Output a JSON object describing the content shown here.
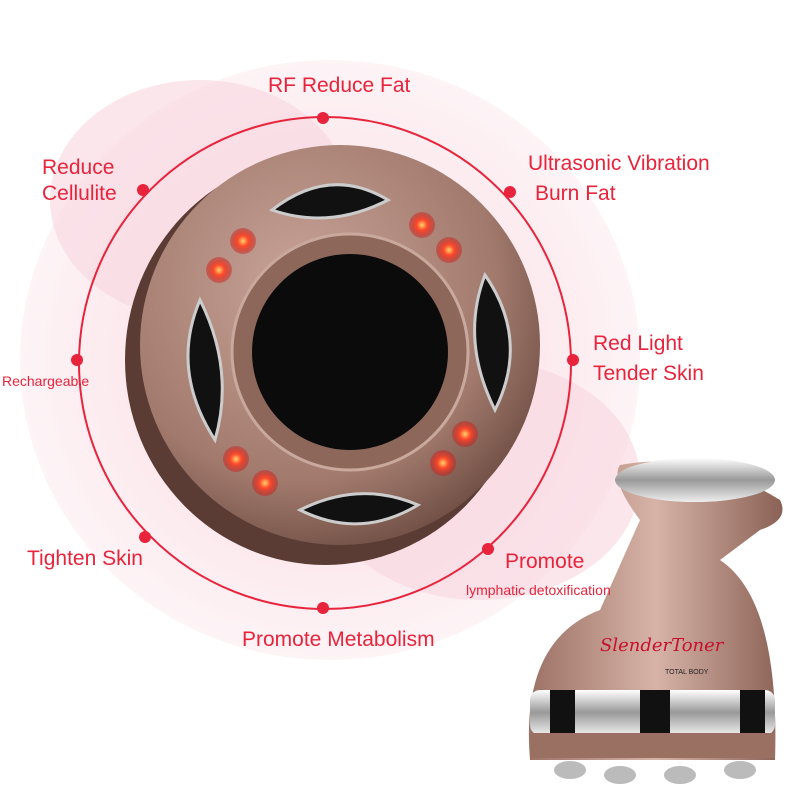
{
  "features": {
    "top": "RF Reduce Fat",
    "cellulite_1": "Reduce",
    "cellulite_2": "Cellulite",
    "ultrasonic_1": "Ultrasonic Vibration",
    "ultrasonic_2": "Burn Fat",
    "rechargeable": "Rechargeable",
    "redlight_1": "Red Light",
    "redlight_2": "Tender Skin",
    "tighten": "Tighten Skin",
    "promote_1": "Promote",
    "promote_2": "lymphatic detoxification",
    "metabolism": "Promote Metabolism"
  },
  "product": {
    "brand": "SlenderToner",
    "sub": "TOTAL BODY"
  },
  "colors": {
    "accent": "#e8243c",
    "body": "#a98073"
  }
}
